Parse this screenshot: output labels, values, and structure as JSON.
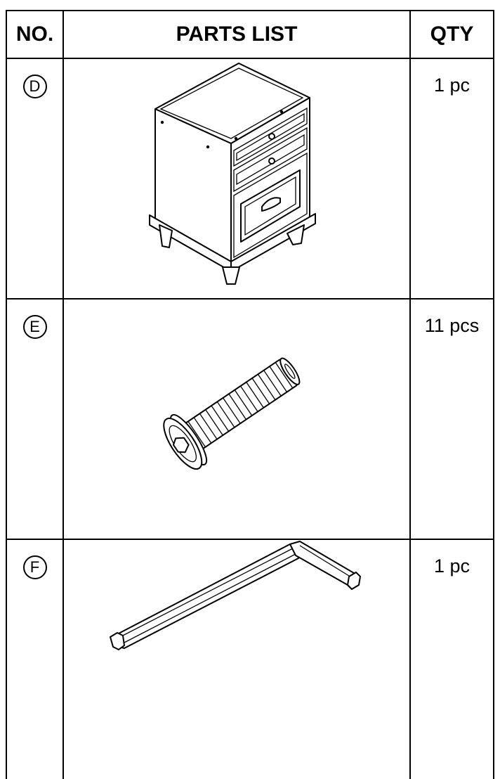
{
  "table": {
    "headers": {
      "no": "NO.",
      "parts": "PARTS LIST",
      "qty": "QTY"
    },
    "rows": [
      {
        "letter": "D",
        "quantity": "1 pc",
        "picture": "nightstand-drawing"
      },
      {
        "letter": "E",
        "quantity": "11 pcs",
        "picture": "bolt-drawing"
      },
      {
        "letter": "F",
        "quantity": "1 pc",
        "picture": "allen-key-drawing"
      }
    ]
  }
}
